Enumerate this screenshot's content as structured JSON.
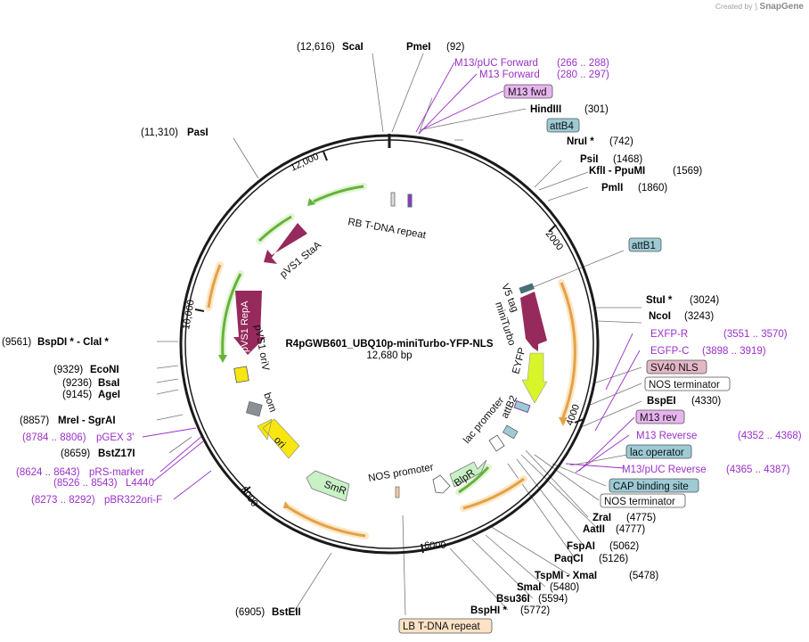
{
  "credit": {
    "prefix": "Created by",
    "brand": "SnapGene"
  },
  "plasmid": {
    "name": "R4pGWB601_UBQ10p-miniTurbo-YFP-NLS",
    "size": "12,680 bp"
  },
  "ticks": [
    "2000",
    "4000",
    "6000",
    "8000",
    "10,000",
    "12,000"
  ],
  "left_labels": [
    {
      "pos": "(12,616)",
      "name": "ScaI"
    },
    {
      "pos": "(11,310)",
      "name": "PasI"
    },
    {
      "pos": "(9561)",
      "name": "BspDI * - ClaI *"
    },
    {
      "pos": "(9329)",
      "name": "EcoNI"
    },
    {
      "pos": "(9236)",
      "name": "BsaI"
    },
    {
      "pos": "(9145)",
      "name": "AgeI"
    },
    {
      "pos": "(8857)",
      "name": "MreI - SgrAI"
    },
    {
      "pos": "(8659)",
      "name": "BstZ17I"
    },
    {
      "pos": "(6905)",
      "name": "BstEII"
    }
  ],
  "left_primers": [
    {
      "range": "(8784 .. 8806)",
      "name": "pGEX 3'"
    },
    {
      "range": "(8624 .. 8643)",
      "name": "pRS-marker"
    },
    {
      "range": "(8526 .. 8543)",
      "name": "L4440"
    },
    {
      "range": "(8273 .. 8292)",
      "name": "pBR322ori-F"
    }
  ],
  "right_labels": [
    {
      "name": "PmeI",
      "pos": "(92)"
    },
    {
      "name": "HindIII",
      "pos": "(301)"
    },
    {
      "name": "NruI *",
      "pos": "(742)"
    },
    {
      "name": "PsiI",
      "pos": "(1468)"
    },
    {
      "name": "KflI - PpuMI",
      "pos": "(1569)"
    },
    {
      "name": "PmlI",
      "pos": "(1860)"
    },
    {
      "name": "StuI *",
      "pos": "(3024)"
    },
    {
      "name": "NcoI",
      "pos": "(3243)"
    },
    {
      "name": "BspEI",
      "pos": "(4330)"
    },
    {
      "name": "ZraI",
      "pos": "(4775)"
    },
    {
      "name": "AatII",
      "pos": "(4777)"
    },
    {
      "name": "FspAI",
      "pos": "(5062)"
    },
    {
      "name": "PaqCI",
      "pos": "(5126)"
    },
    {
      "name": "TspMI - XmaI",
      "pos": "(5478)"
    },
    {
      "name": "SmaI",
      "pos": "(5480)"
    },
    {
      "name": "Bsu36I",
      "pos": "(5594)"
    },
    {
      "name": "BspHI *",
      "pos": "(5772)"
    }
  ],
  "right_primers": [
    {
      "name": "M13/pUC Forward",
      "range": "(266 .. 288)"
    },
    {
      "name": "M13 Forward",
      "range": "(280 .. 297)"
    },
    {
      "name": "EXFP-R",
      "range": "(3551 .. 3570)"
    },
    {
      "name": "EGFP-C",
      "range": "(3898 .. 3919)"
    },
    {
      "name": "M13 Reverse",
      "range": "(4352 .. 4368)"
    },
    {
      "name": "M13/pUC Reverse",
      "range": "(4365 .. 4387)"
    }
  ],
  "boxed_labels": {
    "m13_fwd": "M13 fwd",
    "attB4": "attB4",
    "attB1": "attB1",
    "sv40_nls": "SV40 NLS",
    "nos_terminator_1": "NOS terminator",
    "lac_operator": "lac operator",
    "m13_rev": "M13 rev",
    "cap_binding_site": "CAP binding site",
    "nos_terminator_2": "NOS terminator",
    "lb_tdna": "LB T-DNA repeat"
  },
  "feature_labels": {
    "rb_tdna": "RB T-DNA repeat",
    "pvs1_staa": "pVS1 StaA",
    "pvs1_repa": "pVS1 RepA",
    "pvs1_oriv": "pVS1 oriV",
    "bom": "bom",
    "ori": "ori",
    "smr": "SmR",
    "nos_promoter": "NOS promoter",
    "blpr": "BlpR",
    "lac_promoter": "lac promoter",
    "attb2": "attB2",
    "v5_tag": "V5 tag",
    "miniturbo": "miniTurbo",
    "eyfp": "EYFP"
  },
  "colors": {
    "backbone": "#1a1a1a",
    "primer": "#9b30c8",
    "attb_box": "#9ccbd6",
    "sv40_box": "#e3b7c5",
    "primer_box": "#e8b4f0",
    "lb_box": "#fde2c6",
    "repa": "#962a5c",
    "eyfp": "#d7f52a",
    "ori": "#f7e60f",
    "smr": "#c8f2c6",
    "orf_orange": "#e3a14a",
    "orf_green": "#66b23a"
  }
}
